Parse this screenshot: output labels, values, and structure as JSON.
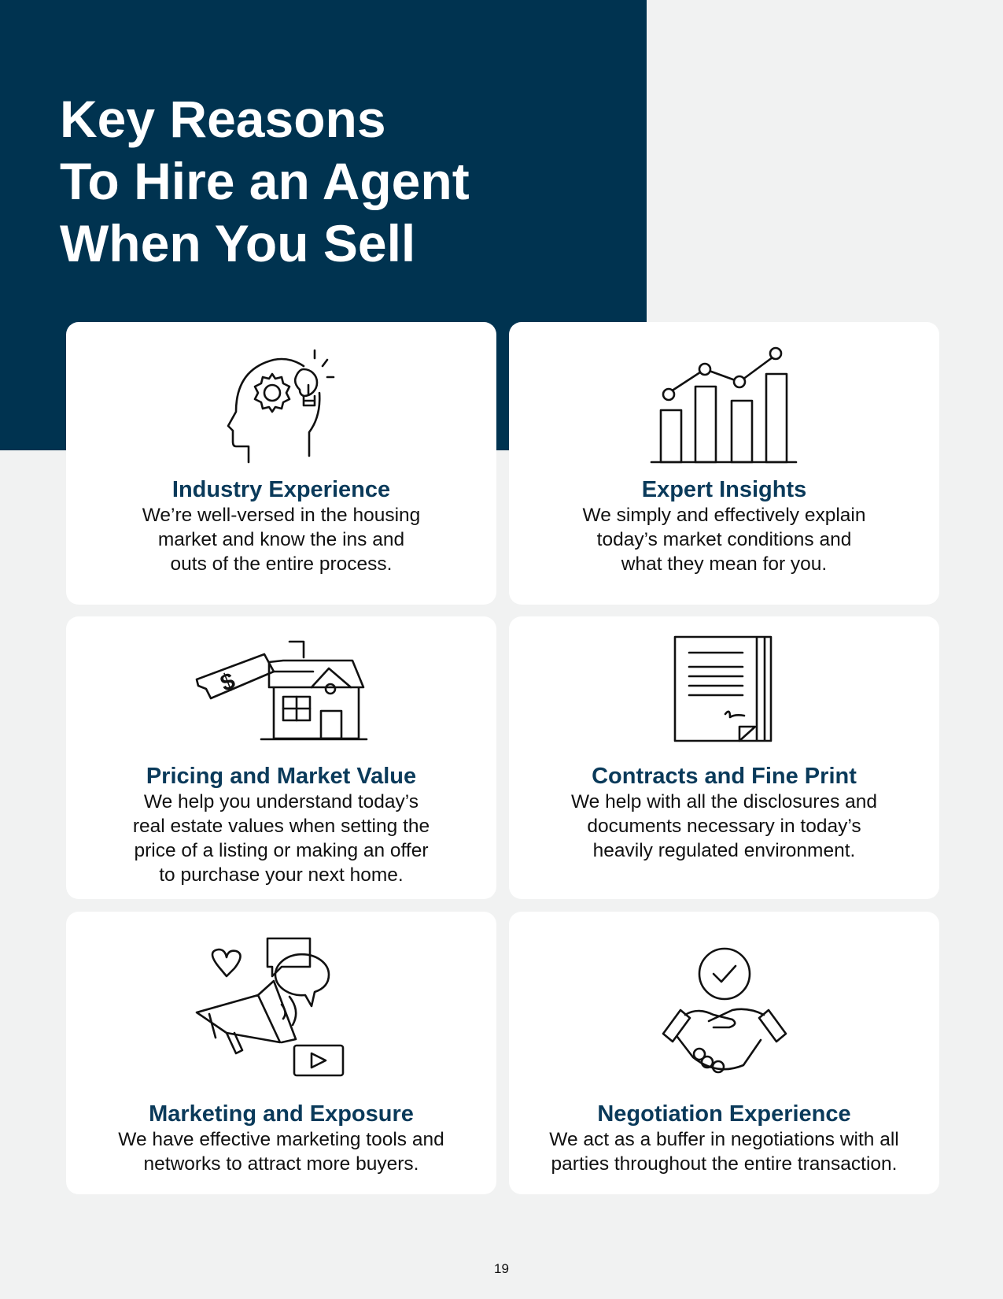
{
  "title_lines": [
    "Key Reasons",
    "To Hire an Agent",
    "When You Sell"
  ],
  "cards": [
    {
      "icon": "head-gear-lightbulb-icon",
      "heading": "Industry Experience",
      "text": "We’re well-versed in the housing\nmarket and know the ins and\nouts of the entire process."
    },
    {
      "icon": "bar-chart-trend-icon",
      "heading": "Expert Insights",
      "text": "We simply and effectively explain\ntoday’s market conditions and\nwhat they mean for you."
    },
    {
      "icon": "house-price-tag-icon",
      "heading": "Pricing and Market Value",
      "text": "We help you understand today’s\nreal estate values when setting the\nprice of a listing or making an offer\nto purchase your next home."
    },
    {
      "icon": "contract-document-icon",
      "heading": "Contracts and Fine Print",
      "text": "We help with all the disclosures and\ndocuments necessary in today’s\nheavily regulated environment."
    },
    {
      "icon": "megaphone-social-icon",
      "heading": "Marketing and Exposure",
      "text": "We have effective marketing tools and\nnetworks to attract more buyers."
    },
    {
      "icon": "handshake-check-icon",
      "heading": "Negotiation Experience",
      "text": "We act as a buffer in negotiations with all\nparties throughout the entire transaction."
    }
  ],
  "page_number": "19",
  "colors": {
    "navy": "#003350",
    "heading": "#0a3a5a",
    "background": "#f1f2f2"
  }
}
